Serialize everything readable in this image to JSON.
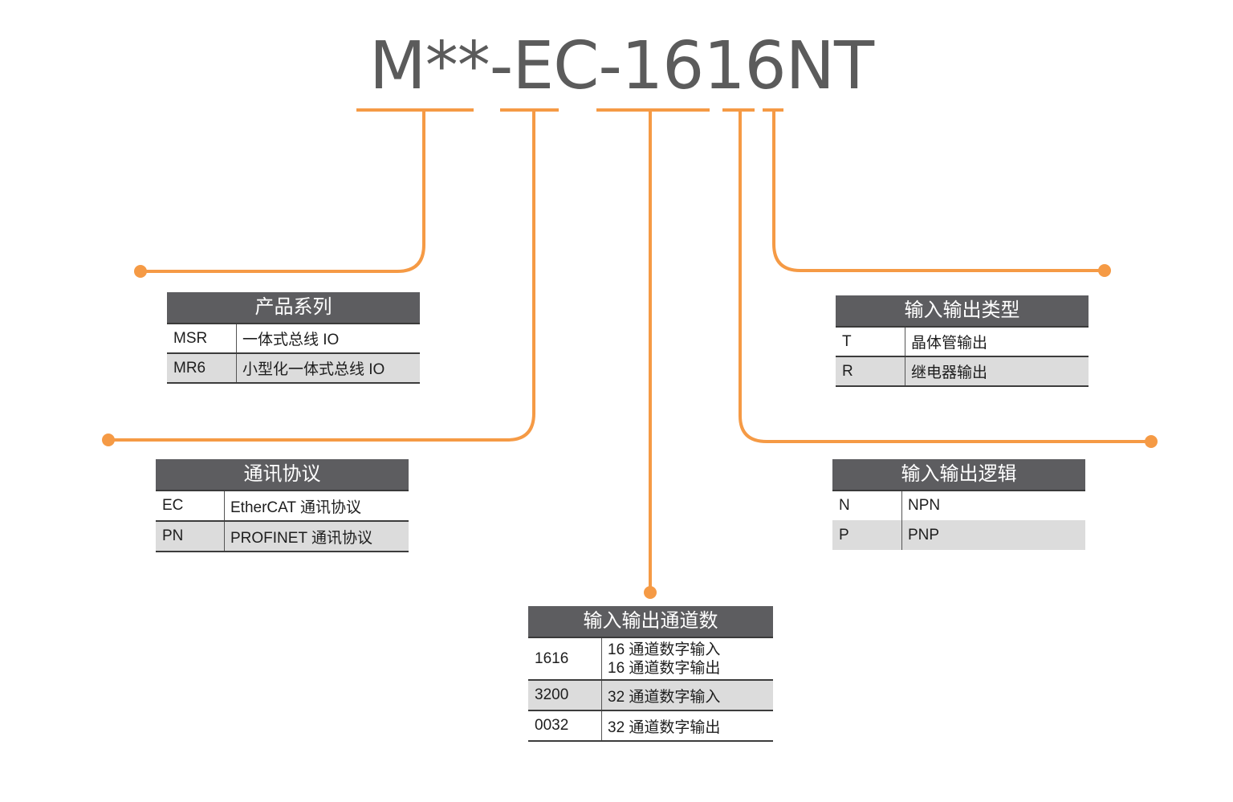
{
  "model_code": "M**-EC-1616NT",
  "accent_color": "#f59a45",
  "header_color": "#5d5d60",
  "tables": {
    "series": {
      "title": "产品系列",
      "rows": [
        {
          "code": "MSR",
          "desc": "一体式总线 IO"
        },
        {
          "code": "MR6",
          "desc": "小型化一体式总线 IO"
        }
      ]
    },
    "protocol": {
      "title": "通讯协议",
      "rows": [
        {
          "code": "EC",
          "desc": "EtherCAT 通讯协议"
        },
        {
          "code": "PN",
          "desc": "PROFINET 通讯协议"
        }
      ]
    },
    "channels": {
      "title": "输入输出通道数",
      "rows": [
        {
          "code": "1616",
          "desc_lines": [
            "16 通道数字输入",
            "16 通道数字输出"
          ]
        },
        {
          "code": "3200",
          "desc": "32 通道数字输入"
        },
        {
          "code": "0032",
          "desc": "32 通道数字输出"
        }
      ]
    },
    "io_type": {
      "title": "输入输出类型",
      "rows": [
        {
          "code": "T",
          "desc": "晶体管输出"
        },
        {
          "code": "R",
          "desc": "继电器输出"
        }
      ]
    },
    "io_logic": {
      "title": "输入输出逻辑",
      "rows": [
        {
          "code": "N",
          "desc": "NPN"
        },
        {
          "code": "P",
          "desc": "PNP"
        }
      ]
    }
  }
}
